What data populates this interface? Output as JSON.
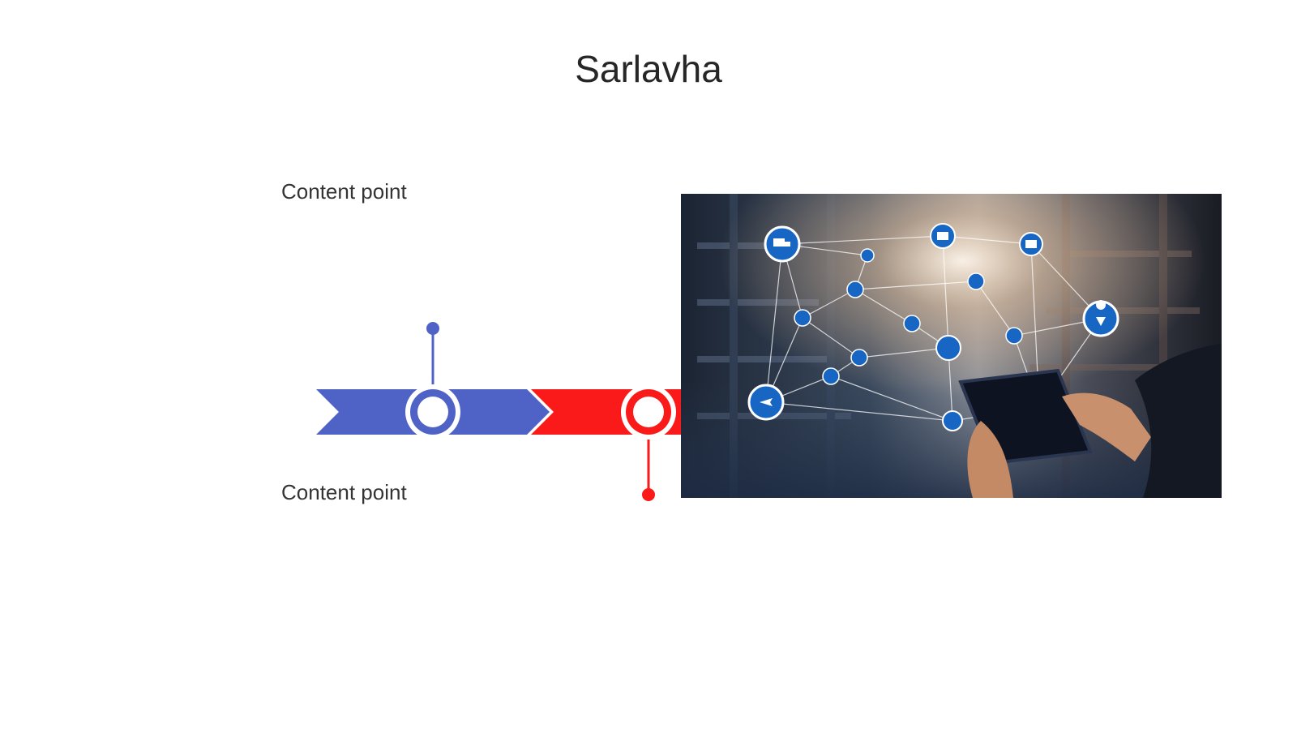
{
  "slide": {
    "title": "Sarlavha",
    "content_points": [
      "Content point",
      "Content point"
    ]
  },
  "colors": {
    "blue": "#4f63c7",
    "red": "#fa1a1a",
    "title": "#262626",
    "text": "#333333"
  },
  "image": {
    "icons": [
      "truck-icon",
      "warehouse-icon",
      "container-icon",
      "user-icon",
      "dollar-icon",
      "shield-icon",
      "location-pin-icon",
      "transfer-icon",
      "document-icon",
      "robot-arm-icon",
      "clock-icon",
      "wifi-icon",
      "airplane-icon",
      "box-icon",
      "phone-icon",
      "globe-icon"
    ]
  }
}
